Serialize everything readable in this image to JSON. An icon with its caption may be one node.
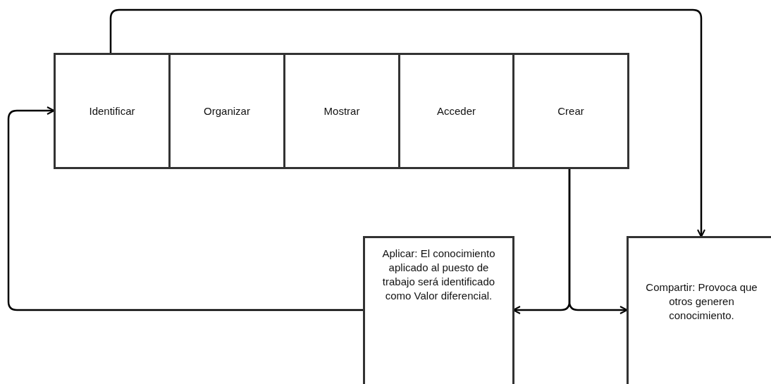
{
  "diagram": {
    "nodes": [
      {
        "text": [
          "Identificar"
        ]
      },
      {
        "text": [
          "Organizar"
        ]
      },
      {
        "text": [
          "Mostrar"
        ]
      },
      {
        "text": [
          "Acceder"
        ]
      },
      {
        "text": [
          "Crear"
        ]
      },
      {
        "text": [
          "Aplicar: El conocimiento aplicado al puesto de trabajo será identificado como Valor diferencial."
        ]
      },
      {
        "text": [
          "Compartir: Provoca que otros generen conocimiento."
        ]
      }
    ],
    "edges": [
      {
        "from": 0,
        "to": 6,
        "arrow": "to"
      },
      {
        "from": 4,
        "to": 5,
        "arrow": "to"
      },
      {
        "from": 4,
        "to": 6,
        "arrow": "to"
      },
      {
        "from": 5,
        "to": 0,
        "arrow": "to"
      }
    ]
  }
}
